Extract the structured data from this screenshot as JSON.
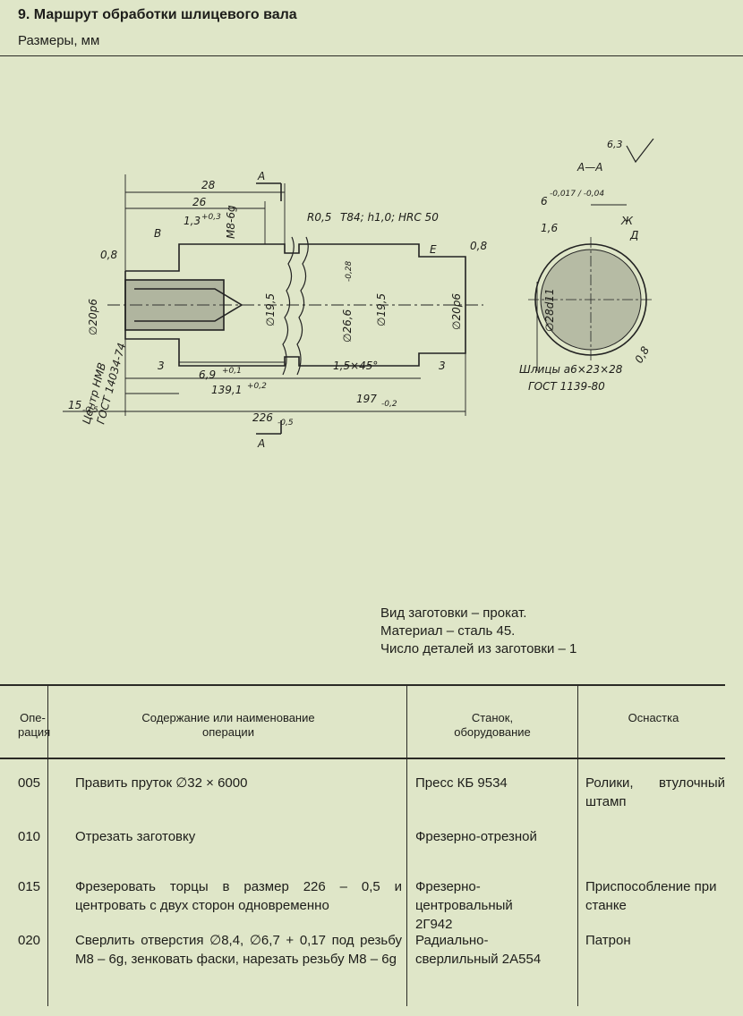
{
  "header": {
    "title": "9. Маршрут обработки шлицевого вала",
    "subtitle": "Размеры, мм"
  },
  "drawing": {
    "labels": {
      "d26": "26",
      "d28": "28",
      "chamfer13": "1,3",
      "chamfer13_sup": "+0,3",
      "m8": "M8-6g",
      "r05": "R0,5",
      "hard": "T84; h1,0; HRC 50",
      "b": "B",
      "e": "E",
      "a_left": "A",
      "a_right": "A",
      "a_a": "A—A",
      "rough": "6,3",
      "c08l": "0,8",
      "c08r": "0,8",
      "d20p6_l": "∅20p6",
      "d20p6_r": "∅20p6",
      "d195_l": "∅19,5",
      "d195_r": "∅19,5",
      "d26_6": "∅26,6",
      "d26_6_tol": "-0,28",
      "center": "Центр НМВ",
      "center_gost": "ГОСТ 14034-74",
      "d3l": "3",
      "d69": "6,9",
      "d69_tol": "+0,1",
      "d139": "139,1",
      "d139_tol": "+0,2",
      "ch15": "1,5×45°",
      "d3r": "3",
      "d15": "15",
      "d15_tol": "-0,5",
      "d197": "197",
      "d197_tol": "-0,2",
      "d226": "226",
      "d226_tol": "-0,5",
      "width6": "6",
      "width6_tol": "-0,017 / -0,04",
      "s16": "1,6",
      "zh": "Ж",
      "dd": "Д",
      "d28d11": "∅28d11",
      "s08": "0,8",
      "spline": "Шлицы a6×23×28",
      "spline_gost": "ГОСТ 1139-80"
    }
  },
  "blank_info": [
    "Вид заготовки – прокат.",
    "Материал – сталь 45.",
    "Число деталей из заготовки – 1"
  ],
  "table": {
    "headers": {
      "op": "Опе-\nрация",
      "content": "Содержание или наименование\nоперации",
      "machine": "Станок,\nоборудование",
      "tooling": "Оснастка"
    },
    "rows": [
      {
        "op": "005",
        "content": "Править пруток ∅32 × 6000",
        "machine": "Пресс КБ 9534",
        "tooling": "Ролики, втулочный штамп"
      },
      {
        "op": "010",
        "content": "Отрезать заготовку",
        "machine": "Фрезерно-отрезной",
        "tooling": ""
      },
      {
        "op": "015",
        "content": "Фрезеровать торцы в размер 226 – 0,5 и центровать с двух сторон одновременно",
        "machine": "Фрезерно-центровальный 2Г942",
        "tooling": "Приспособление при станке"
      },
      {
        "op": "020",
        "content": "Сверлить отверстия ∅8,4, ∅6,7 + 0,17 под резьбу M8 – 6g, зенковать фаски, нарезать резьбу M8 – 6g",
        "machine": "Радиально-сверлильный 2А554",
        "tooling": "Патрон"
      }
    ]
  }
}
